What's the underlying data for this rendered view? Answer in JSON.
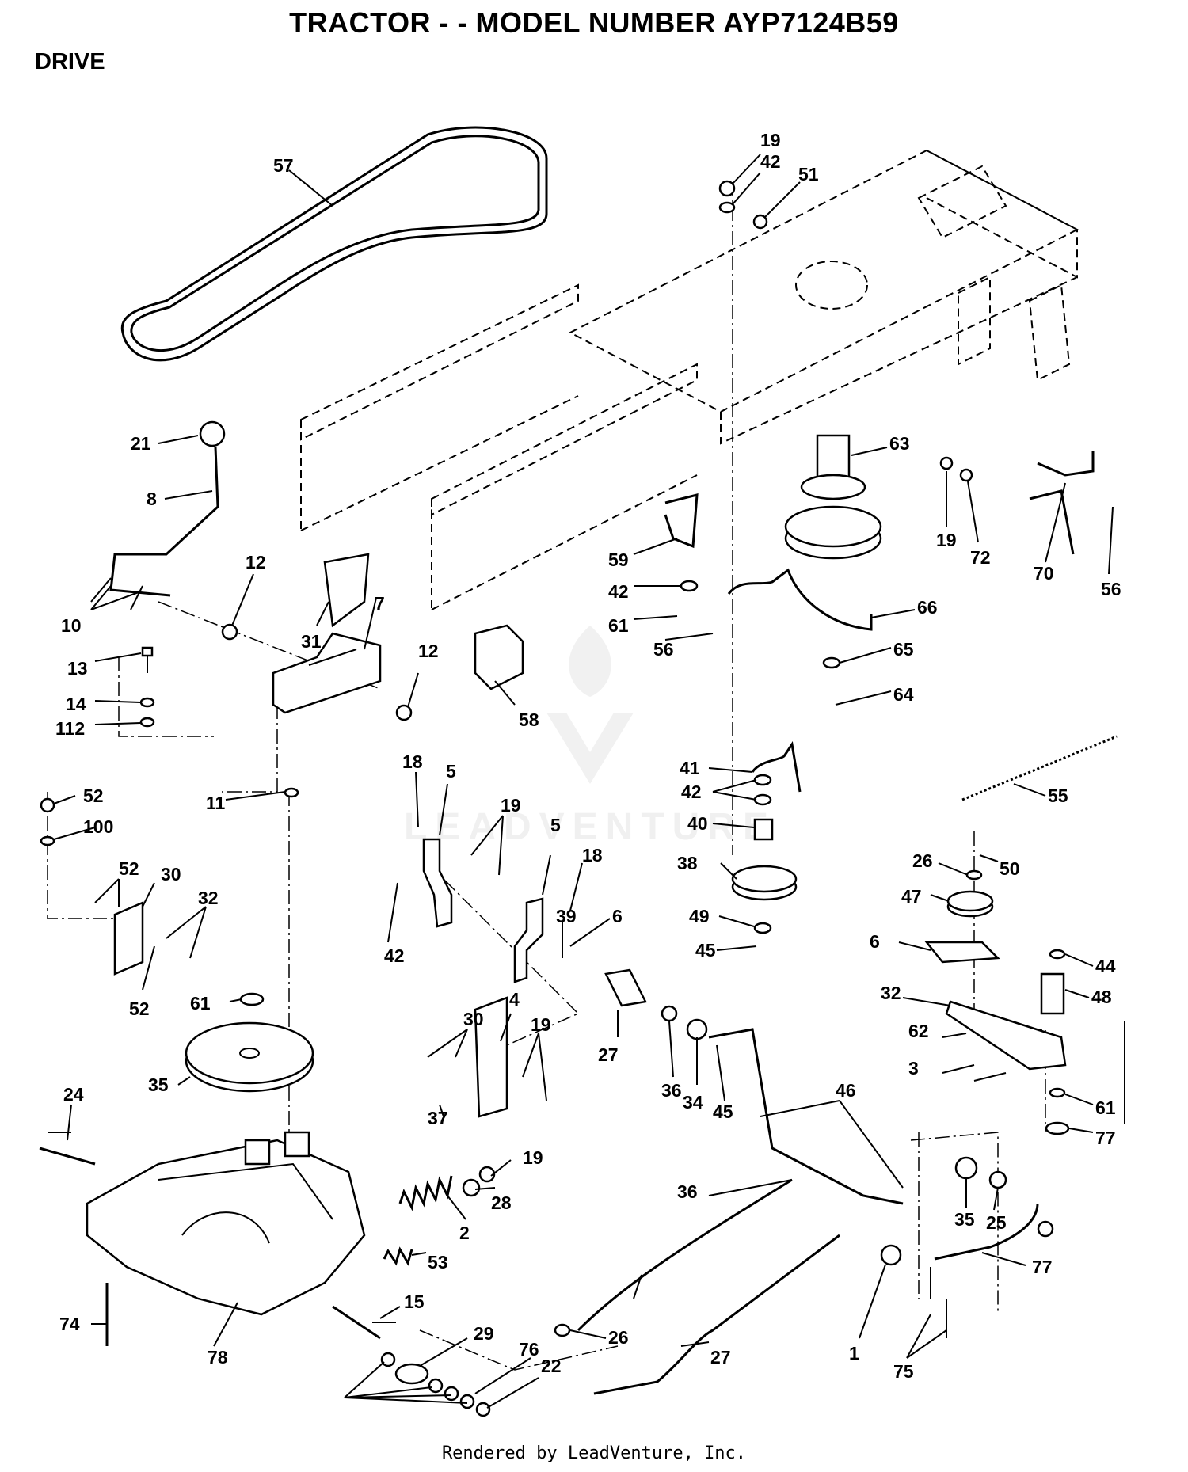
{
  "header": {
    "title": "TRACTOR - - MODEL NUMBER AYP7124B59",
    "section": "DRIVE"
  },
  "footer": {
    "text": "Rendered by LeadVenture, Inc."
  },
  "watermark": {
    "text": "LEADVENTURE"
  },
  "callouts": [
    {
      "id": "c19a",
      "label": "19"
    },
    {
      "id": "c42a",
      "label": "42"
    },
    {
      "id": "c51",
      "label": "51"
    },
    {
      "id": "c57",
      "label": "57"
    },
    {
      "id": "c63",
      "label": "63"
    },
    {
      "id": "c21",
      "label": "21"
    },
    {
      "id": "c8",
      "label": "8"
    },
    {
      "id": "c19b",
      "label": "19"
    },
    {
      "id": "c72",
      "label": "72"
    },
    {
      "id": "c70",
      "label": "70"
    },
    {
      "id": "c56a",
      "label": "56"
    },
    {
      "id": "c59",
      "label": "59"
    },
    {
      "id": "c12a",
      "label": "12"
    },
    {
      "id": "c7",
      "label": "7"
    },
    {
      "id": "c42b",
      "label": "42"
    },
    {
      "id": "c66",
      "label": "66"
    },
    {
      "id": "c10",
      "label": "10"
    },
    {
      "id": "c31",
      "label": "31"
    },
    {
      "id": "c61a",
      "label": "61"
    },
    {
      "id": "c56b",
      "label": "56"
    },
    {
      "id": "c65",
      "label": "65"
    },
    {
      "id": "c13",
      "label": "13"
    },
    {
      "id": "c12b",
      "label": "12"
    },
    {
      "id": "c64",
      "label": "64"
    },
    {
      "id": "c14",
      "label": "14"
    },
    {
      "id": "c58",
      "label": "58"
    },
    {
      "id": "c112",
      "label": "112"
    },
    {
      "id": "c18a",
      "label": "18"
    },
    {
      "id": "c41",
      "label": "41"
    },
    {
      "id": "c5a",
      "label": "5"
    },
    {
      "id": "c55",
      "label": "55"
    },
    {
      "id": "c52a",
      "label": "52"
    },
    {
      "id": "c42c",
      "label": "42"
    },
    {
      "id": "c11",
      "label": "11"
    },
    {
      "id": "c19c",
      "label": "19"
    },
    {
      "id": "c100",
      "label": "100"
    },
    {
      "id": "c40",
      "label": "40"
    },
    {
      "id": "c5b",
      "label": "5"
    },
    {
      "id": "c26a",
      "label": "26"
    },
    {
      "id": "c50",
      "label": "50"
    },
    {
      "id": "c52b",
      "label": "52"
    },
    {
      "id": "c30a",
      "label": "30"
    },
    {
      "id": "c18b",
      "label": "18"
    },
    {
      "id": "c38",
      "label": "38"
    },
    {
      "id": "c32a",
      "label": "32"
    },
    {
      "id": "c47",
      "label": "47"
    },
    {
      "id": "c6a",
      "label": "6"
    },
    {
      "id": "c42d",
      "label": "42"
    },
    {
      "id": "c49",
      "label": "49"
    },
    {
      "id": "c6b",
      "label": "6"
    },
    {
      "id": "c39",
      "label": "39"
    },
    {
      "id": "c45a",
      "label": "45"
    },
    {
      "id": "c44",
      "label": "44"
    },
    {
      "id": "c48",
      "label": "48"
    },
    {
      "id": "c32b",
      "label": "32"
    },
    {
      "id": "c30b",
      "label": "30"
    },
    {
      "id": "c4",
      "label": "4"
    },
    {
      "id": "c61b",
      "label": "61"
    },
    {
      "id": "c52c",
      "label": "52"
    },
    {
      "id": "c19d",
      "label": "19"
    },
    {
      "id": "c62",
      "label": "62"
    },
    {
      "id": "c27a",
      "label": "27"
    },
    {
      "id": "c3",
      "label": "3"
    },
    {
      "id": "c35a",
      "label": "35"
    },
    {
      "id": "c36a",
      "label": "36"
    },
    {
      "id": "c34",
      "label": "34"
    },
    {
      "id": "c45b",
      "label": "45"
    },
    {
      "id": "c61c",
      "label": "61"
    },
    {
      "id": "c37",
      "label": "37"
    },
    {
      "id": "c46",
      "label": "46"
    },
    {
      "id": "c77a",
      "label": "77"
    },
    {
      "id": "c24",
      "label": "24"
    },
    {
      "id": "c19e",
      "label": "19"
    },
    {
      "id": "c28",
      "label": "28"
    },
    {
      "id": "c36b",
      "label": "36"
    },
    {
      "id": "c35b",
      "label": "35"
    },
    {
      "id": "c25",
      "label": "25"
    },
    {
      "id": "c2",
      "label": "2"
    },
    {
      "id": "c53",
      "label": "53"
    },
    {
      "id": "c77b",
      "label": "77"
    },
    {
      "id": "c15",
      "label": "15"
    },
    {
      "id": "c74",
      "label": "74"
    },
    {
      "id": "c29",
      "label": "29"
    },
    {
      "id": "c26b",
      "label": "26"
    },
    {
      "id": "c1",
      "label": "1"
    },
    {
      "id": "c78",
      "label": "78"
    },
    {
      "id": "c76",
      "label": "76"
    },
    {
      "id": "c22",
      "label": "22"
    },
    {
      "id": "c27b",
      "label": "27"
    },
    {
      "id": "c75",
      "label": "75"
    }
  ]
}
